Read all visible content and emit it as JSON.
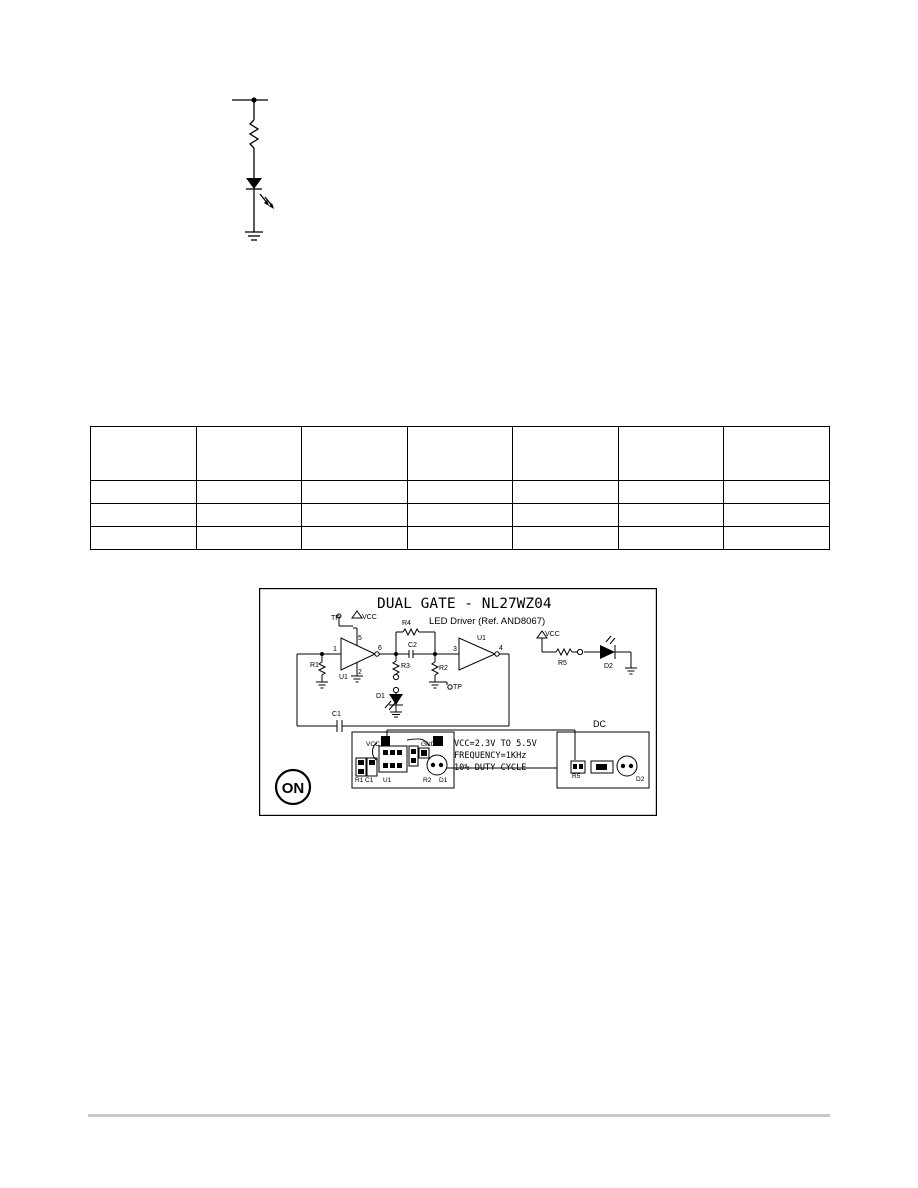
{
  "board": {
    "title": "DUAL GATE - NL27WZ04",
    "subtitle": "LED Driver (Ref. AND8067)",
    "labels": {
      "tp1": "TP",
      "vcc1": "VCC",
      "vcc2": "VCC",
      "r1": "R1",
      "r2": "R2",
      "r3": "R3",
      "r4": "R4",
      "r5": "R5",
      "c1": "C1",
      "c2": "C2",
      "u1a": "U1",
      "u1b": "U1",
      "d1": "D1",
      "d2": "D2",
      "tp2": "TP",
      "pin1": "1",
      "pin2": "2",
      "pin3": "3",
      "pin4": "4",
      "pin5": "5",
      "pin6": "6",
      "dc": "DC",
      "pcb_vcc": "VCC",
      "pcb_gnd": "GND",
      "pcb_r5": "R5",
      "pcb_d2": "D2",
      "pcb_d1": "D1",
      "pcb_r1": "R1",
      "pcb_c1": "C1",
      "pcb_r2": "R2",
      "pcb_u1": "U1"
    },
    "notes": [
      "VCC=2.3V TO 5.5V",
      "FREQUENCY=1KHz",
      "10% DUTY CYCLE"
    ],
    "logo": "ON"
  },
  "table": {
    "columns": 7,
    "header_rows": 1,
    "body_rows": 3
  }
}
